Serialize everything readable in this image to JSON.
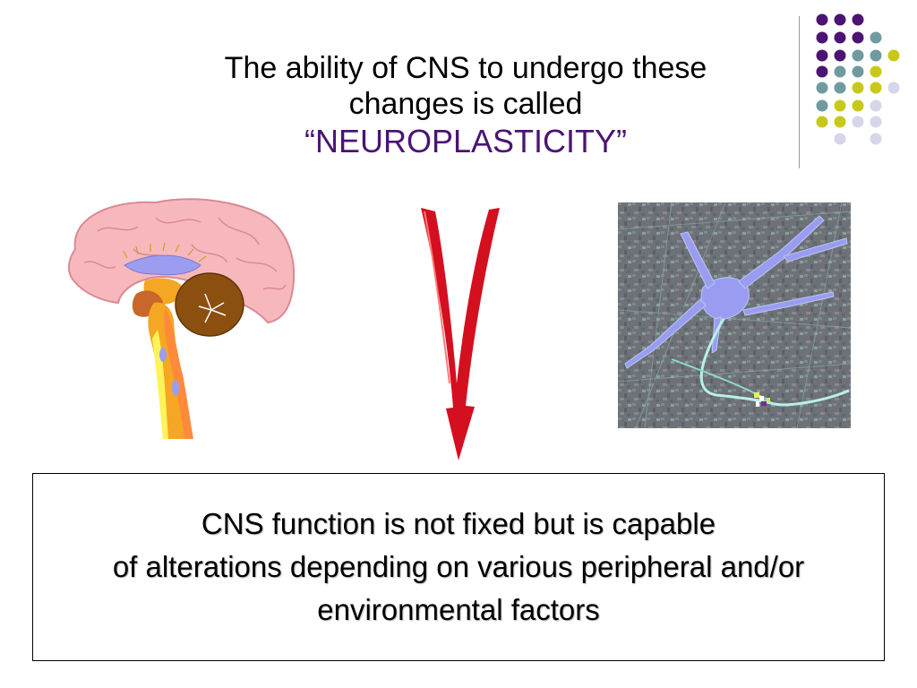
{
  "title": {
    "line1": "The ability of CNS to undergo these",
    "line2": "changes is called",
    "emphasis": "“NEUROPLASTICITY”"
  },
  "body": {
    "line1": "CNS function is not fixed but is capable",
    "line2": "of alterations depending on various peripheral and/or",
    "line3": "environmental factors"
  },
  "colors": {
    "purple": "#4b1473",
    "teal": "#6f9aa0",
    "olive": "#c8c81a",
    "lavender": "#d6d6ea",
    "arrow_red": "#d40f1f"
  },
  "images": {
    "brain": "brain-sagittal-illustration",
    "arrow": "downward-red-arrow",
    "neuron": "neuron-micrograph"
  }
}
